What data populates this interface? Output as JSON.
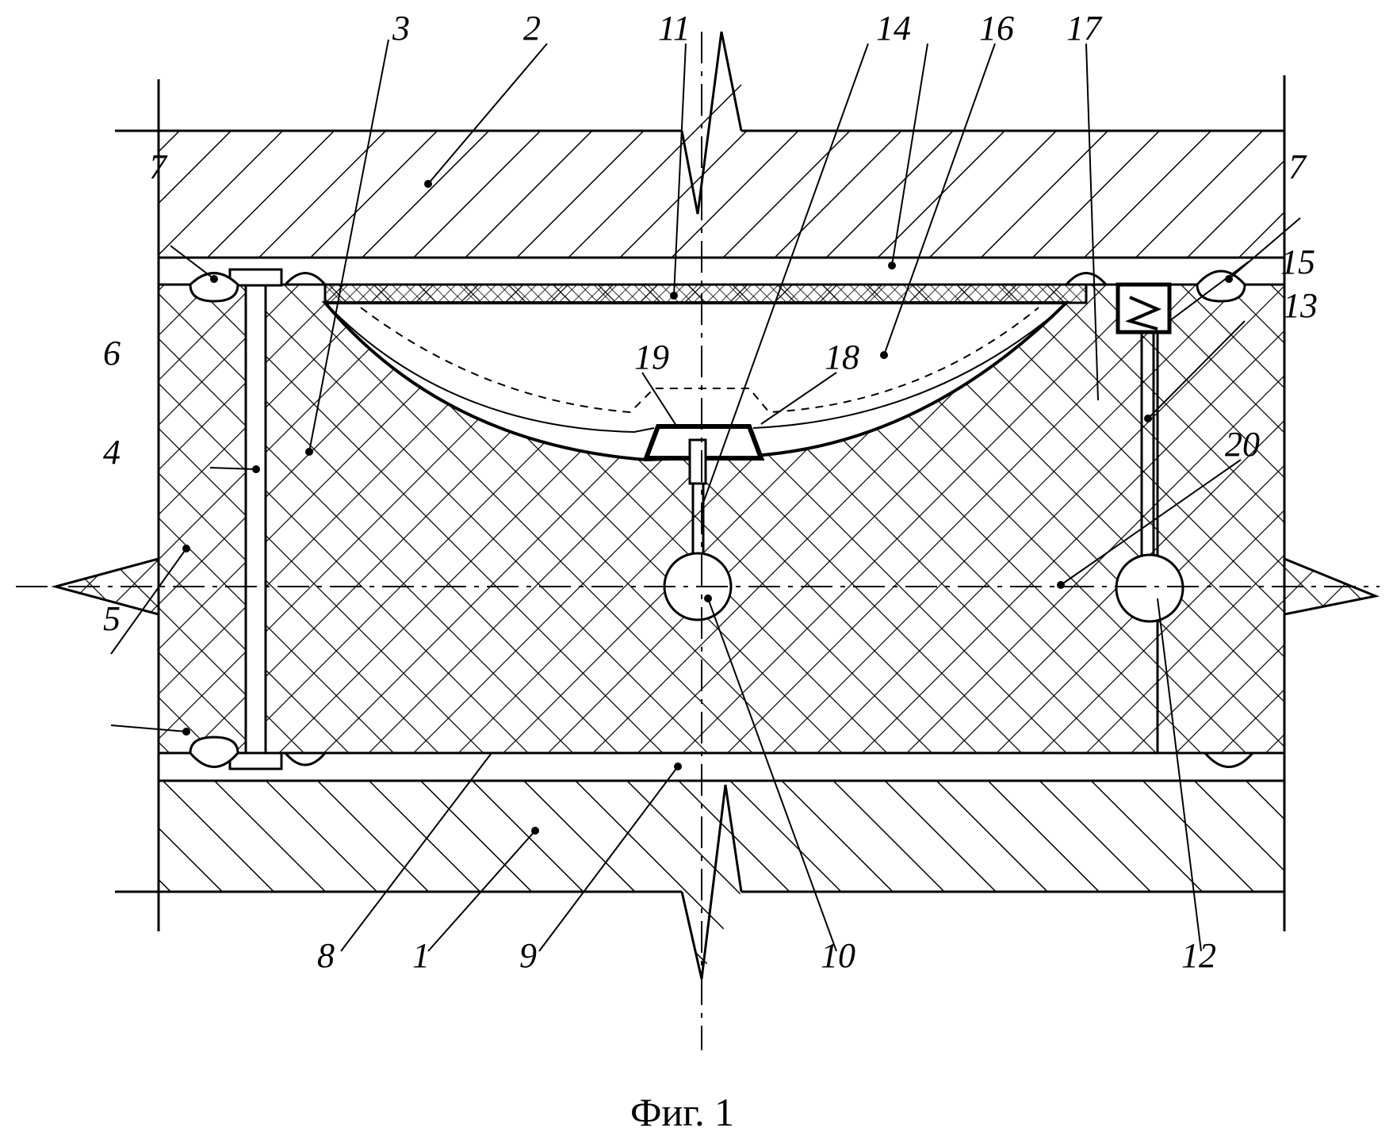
{
  "figure": {
    "caption": "Фиг. 1",
    "labels": {
      "l1": "1",
      "l2": "2",
      "l3": "3",
      "l4": "4",
      "l5": "5",
      "l6": "6",
      "l7a": "7",
      "l7b": "7",
      "l8": "8",
      "l9": "9",
      "l10": "10",
      "l11": "11",
      "l12": "12",
      "l13": "13",
      "l14": "14",
      "l15": "15",
      "l16": "16",
      "l17": "17",
      "l18": "18",
      "l19": "19",
      "l20": "20"
    }
  }
}
